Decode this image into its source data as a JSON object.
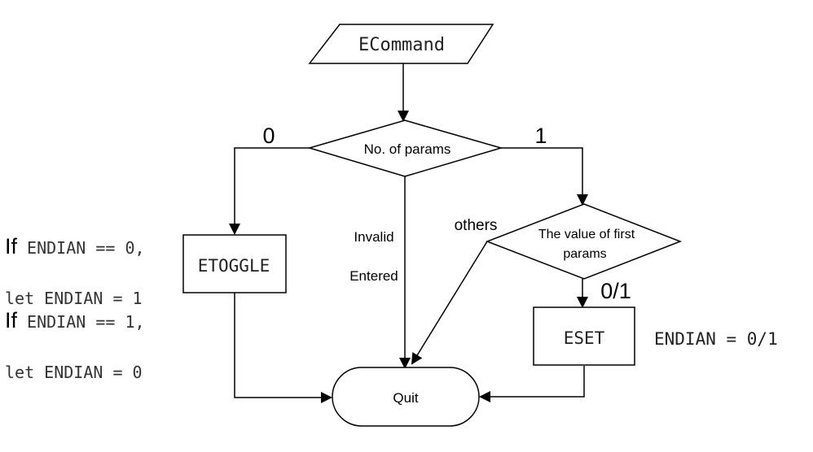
{
  "nodes": {
    "input": "ECommand",
    "decision_params": "No. of params",
    "decision_value_line1": "The value of first",
    "decision_value_line2": "params",
    "etoggle": "ETOGGLE",
    "eset": "ESET",
    "quit": "Quit"
  },
  "edge_labels": {
    "zero": "0",
    "one": "1",
    "others": "others",
    "invalid": "Invalid",
    "entered": "Entered",
    "zero_or_one": "0/1"
  },
  "notes": {
    "toggle_case1_if": "If",
    "toggle_case1_cond": " ENDIAN == 0,",
    "toggle_case1_action": "let ENDIAN = 1",
    "toggle_case2_if": "If",
    "toggle_case2_cond": " ENDIAN == 1,",
    "toggle_case2_action": "let ENDIAN = 0",
    "eset_effect": "ENDIAN = 0/1"
  }
}
